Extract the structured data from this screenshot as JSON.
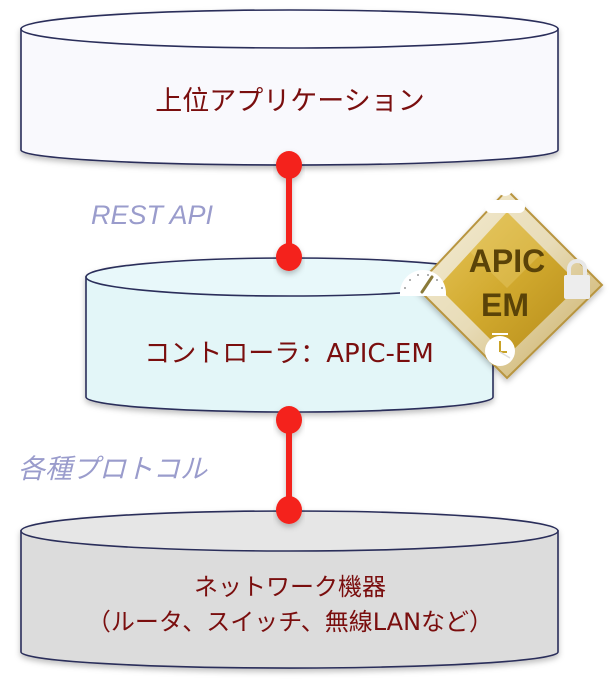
{
  "diagram": {
    "layers": [
      {
        "id": "upper-application",
        "label": "上位アプリケーション",
        "fill": "#f9f9fd"
      },
      {
        "id": "controller",
        "label": "コントローラ：APIC-EM",
        "fill": "#e3f6f8"
      },
      {
        "id": "network-devices",
        "label_line1": "ネットワーク機器",
        "label_line2": "（ルータ、スイッチ、無線LANなど）",
        "fill": "#dcdcdc"
      }
    ],
    "connections": [
      {
        "from": "upper-application",
        "to": "controller",
        "label": "REST API"
      },
      {
        "from": "controller",
        "to": "network-devices",
        "label": "各種プロトコル"
      }
    ],
    "badge": {
      "line1": "APIC",
      "line2": "EM",
      "icons": [
        "user-icon",
        "gauge-icon",
        "lock-icon",
        "clock-icon"
      ]
    },
    "colors": {
      "outline": "#2a2d5a",
      "text": "#7a0e0e",
      "connector": "#f4241a",
      "protocol_label": "#9a9ccc",
      "badge_gold": "#c9a227"
    }
  }
}
